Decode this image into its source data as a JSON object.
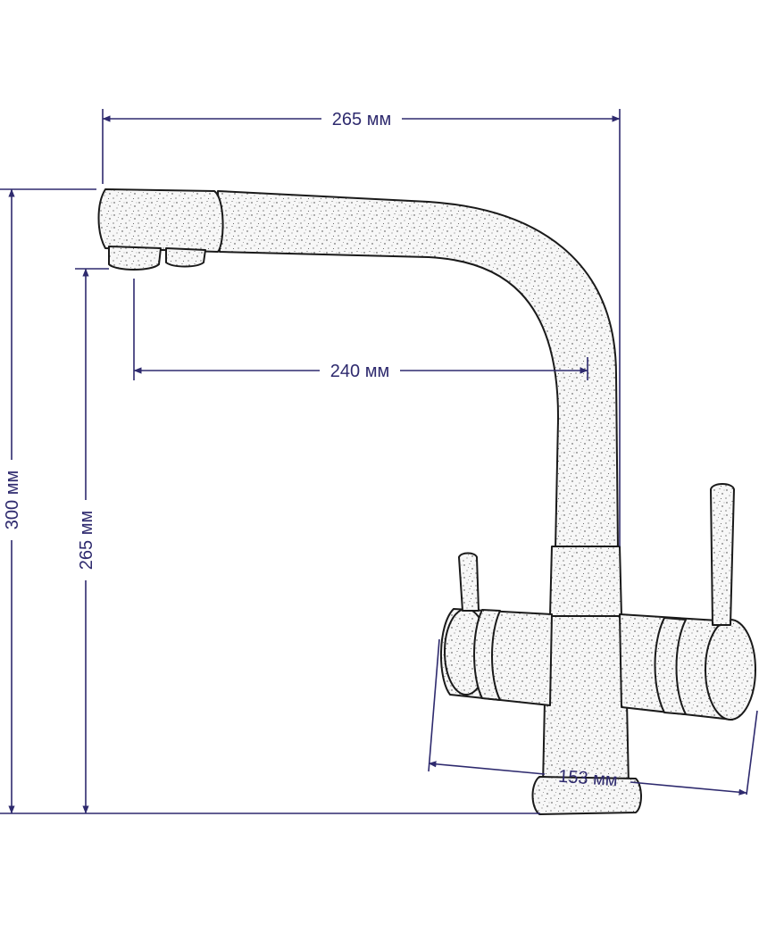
{
  "colors": {
    "dimension": "#2e2a6e",
    "outline": "#1a1a1a",
    "fill": "#f7f7f7",
    "speckle": "#3a3a3a"
  },
  "dimensions": {
    "top_width": "265 мм",
    "spout_reach": "240 мм",
    "total_height": "300 мм",
    "spout_height": "265 мм",
    "base_depth": "153 мм"
  }
}
